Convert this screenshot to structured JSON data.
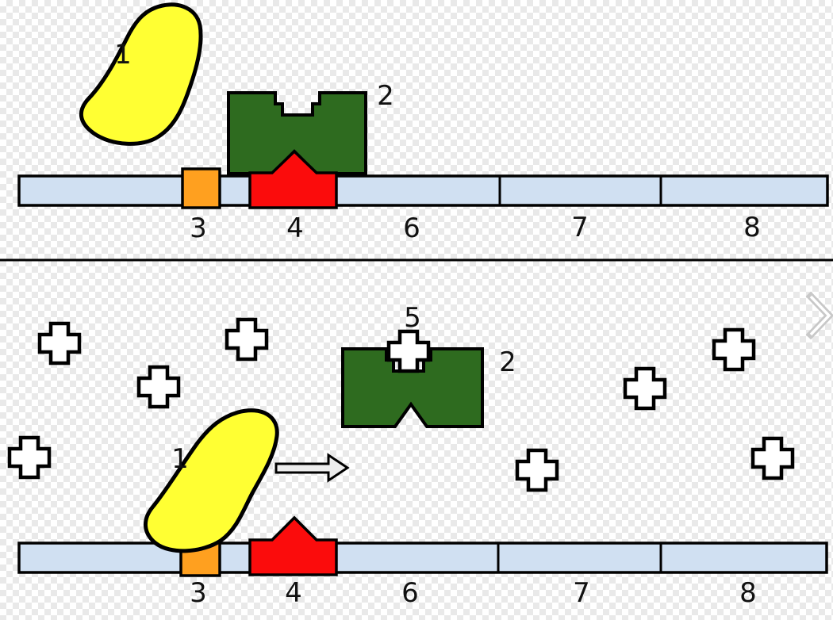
{
  "colors": {
    "yellow": "#ffff33",
    "green": "#2e6b1f",
    "red": "#fb0c0c",
    "orange": "#ffa01f",
    "dna_blue": "#d0e0f2",
    "cross_fill": "#ffffff",
    "arrow_fill": "#ededed",
    "chevron_gray": "#c8c8c8",
    "outline": "#000000"
  },
  "icons": {
    "inducer_cross": "plus-cross-icon",
    "next_nav": "chevron-right-icon"
  },
  "top_panel": {
    "polymerase_label": "1",
    "repressor_label": "2",
    "promoter_label": "3",
    "operator_label": "4",
    "gene6_label": "6",
    "gene7_label": "7",
    "gene8_label": "8"
  },
  "bottom_panel": {
    "polymerase_label": "1",
    "repressor_label": "2",
    "promoter_label": "3",
    "operator_label": "4",
    "inducer_label": "5",
    "gene6_label": "6",
    "gene7_label": "7",
    "gene8_label": "8"
  }
}
